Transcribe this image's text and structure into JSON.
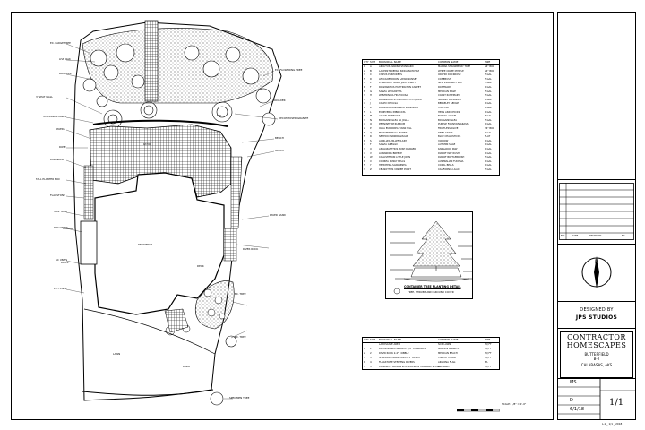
{
  "sheet": {
    "designer_label": "DESIGNED BY",
    "designer_name": "JPS STUDIOS",
    "company_line1": "CONTRACTOR",
    "company_line2": "HOMESCAPES",
    "project_line1": "BUTTERFIELD",
    "project_line2": "B-2",
    "location": "CALABASAS, AKS",
    "sheet_number": "1/1",
    "scale_label": "SCALE: 1/8\" = 1'-0\"",
    "date_label": "6/1/18",
    "drawn_label": "MS",
    "checked_label": "D",
    "bottom_stamp": "L-1 _ 1/1 _ 2018"
  },
  "plan_labels": {
    "house": "RESIDENCE",
    "garage": "GARAGE",
    "drive": "DRIVE",
    "patio": "PATIO",
    "lawn": "LAWN",
    "pool": "SPA",
    "deck": "DECK",
    "walk": "WALK",
    "left_callouts": [
      "EX. LARGE TREE",
      "LIVE OAK",
      "BOULDER",
      "3' SEAT WALL",
      "STEPPING STONES",
      "PAVERS",
      "ROSE",
      "LAVENDER",
      "TALL PLANTER BOX",
      "FLAGSTONE",
      "SIDE YARD",
      "DRY CREEK",
      "AC UNITS",
      "EX. FENCE"
    ],
    "right_callouts": [
      "EX. FLOWERING TREE",
      "BOULDER",
      "DECOMPOSED GRANITE",
      "BENCH",
      "MULCH",
      "PAVER BAND",
      "RIVER ROCK",
      "EX. TREE",
      "EX. TREE",
      "SPECIMEN TREE"
    ]
  },
  "plant_legend_1": {
    "header": [
      "QTY",
      "SYM",
      "BOTANICAL NAME",
      "COMMON NAME",
      "SIZE"
    ],
    "rows": [
      [
        "1",
        "A",
        "ARBUTUS MARINA STANDARD",
        "MARINA STRAWBERRY TREE",
        "24\" BOX"
      ],
      [
        "2",
        "B",
        "LAGERSTROEMIA INDICA NATCHEZ",
        "WHITE CRAPE MYRTLE",
        "24\" BOX"
      ],
      [
        "3",
        "C",
        "CISTUS PURPUREUS",
        "ORCHID ROCKROSE",
        "5 GAL"
      ],
      [
        "5",
        "D",
        "LEUCADENDRON SAFARI SUNSET",
        "CONEBUSH",
        "5 GAL"
      ],
      [
        "4",
        "E",
        "PHORMIUM TENAX JACK SPRATT",
        "NEW ZEALAND FLAX",
        "5 GAL"
      ],
      [
        "6",
        "F",
        "ROSMARINUS HUNTINGTON CARPET",
        "ROSEMARY",
        "1 GAL"
      ],
      [
        "8",
        "G",
        "SALVIA LEUCANTHA",
        "MEXICAN SAGE",
        "5 GAL"
      ],
      [
        "3",
        "H",
        "WESTRINGIA FRUTICOSA",
        "COAST ROSEMARY",
        "5 GAL"
      ],
      [
        "7",
        "I",
        "LAVANDULA STOECHAS OTTO QUAST",
        "SPANISH LAVENDER",
        "1 GAL"
      ],
      [
        "4",
        "J",
        "CAREX DIVULSA",
        "BERKELEY SEDGE",
        "1 GAL"
      ],
      [
        "9",
        "K",
        "DIANELLA TASMANICA VARIEGATA",
        "FLAX LILY",
        "1 GAL"
      ],
      [
        "5",
        "L",
        "ECHEVERIA IMBRICATA",
        "HENS AND CHICKS",
        "1 GAL"
      ],
      [
        "6",
        "M",
        "AGAVE ATTENUATA",
        "FOXTAIL AGAVE",
        "5 GAL"
      ],
      [
        "3",
        "N",
        "BOUGAINVILLEA LA JOLLA",
        "BOUGAINVILLEA",
        "5 GAL"
      ],
      [
        "4",
        "O",
        "PENNISETUM RUBRUM",
        "PURPLE FOUNTAIN GRASS",
        "1 GAL"
      ],
      [
        "2",
        "P",
        "OLEA EUROPAEA SWAN HILL",
        "FRUITLESS OLIVE",
        "36\" BOX"
      ],
      [
        "8",
        "Q",
        "MUHLENBERGIA RIGENS",
        "DEER GRASS",
        "1 GAL"
      ],
      [
        "5",
        "R",
        "SENECIO MANDRALISCAE",
        "BLUE CHALKSTICKS",
        "FLAT"
      ],
      [
        "6",
        "S",
        "ACHILLEA MILLEFOLIUM",
        "YARROW",
        "1 GAL"
      ],
      [
        "7",
        "T",
        "SALVIA GREGGII",
        "AUTUMN SAGE",
        "1 GAL"
      ],
      [
        "3",
        "U",
        "ANIGOZANTHOS BUSH RANGER",
        "KANGAROO PAW",
        "1 GAL"
      ],
      [
        "4",
        "V",
        "LOMANDRA BREEZE",
        "DWARF MAT RUSH",
        "1 GAL"
      ],
      [
        "2",
        "W",
        "CALLISTEMON LITTLE JOHN",
        "DWARF BOTTLEBRUSH",
        "5 GAL"
      ],
      [
        "6",
        "X",
        "CORREA DUSKY BELLS",
        "AUSTRALIAN FUCHSIA",
        "1 GAL"
      ],
      [
        "5",
        "Y",
        "HEUCHERA SANGUINEA",
        "CORAL BELLS",
        "1 GAL"
      ],
      [
        "3",
        "Z",
        "CEANOTHUS YANKEE POINT",
        "CALIFORNIA LILAC",
        "5 GAL"
      ]
    ]
  },
  "detail": {
    "title": "CONTAINER TREE PLANTING DETAIL",
    "subtitle": "TREE, SHRUBS AND GROUND COVER"
  },
  "plant_legend_2": {
    "header": [
      "QTY",
      "SYM",
      "BOTANICAL NAME",
      "COMMON NAME",
      "SIZE"
    ],
    "rows": [
      [
        "",
        "",
        "LANDSCAPE AREA",
        "SOD LAWN",
        "SQ FT"
      ],
      [
        "4",
        "1",
        "DECOMPOSED GRANITE 3/8\" STABILIZED",
        "GOLDEN GRANITE",
        "SQ FT"
      ],
      [
        "2",
        "2",
        "RIVER ROCK 2-4\" COBBLE",
        "MEXICAN BEACH",
        "SQ FT"
      ],
      [
        "3",
        "3",
        "SHREDDED BARK MULCH 3\" DEPTH",
        "FOREST FLOOR",
        "SQ FT"
      ],
      [
        "1",
        "4",
        "FLAGSTONE STEPPING PAVERS",
        "ARIZONA FLAG",
        "EA"
      ],
      [
        "5",
        "5",
        "CONCRETE PAVERS INTERLOCKING HOLLAND STONE",
        "BELGARD",
        "SQ FT"
      ]
    ]
  },
  "title_block_rows": [
    "NO.",
    "DATE",
    "REVISION",
    "BY"
  ]
}
